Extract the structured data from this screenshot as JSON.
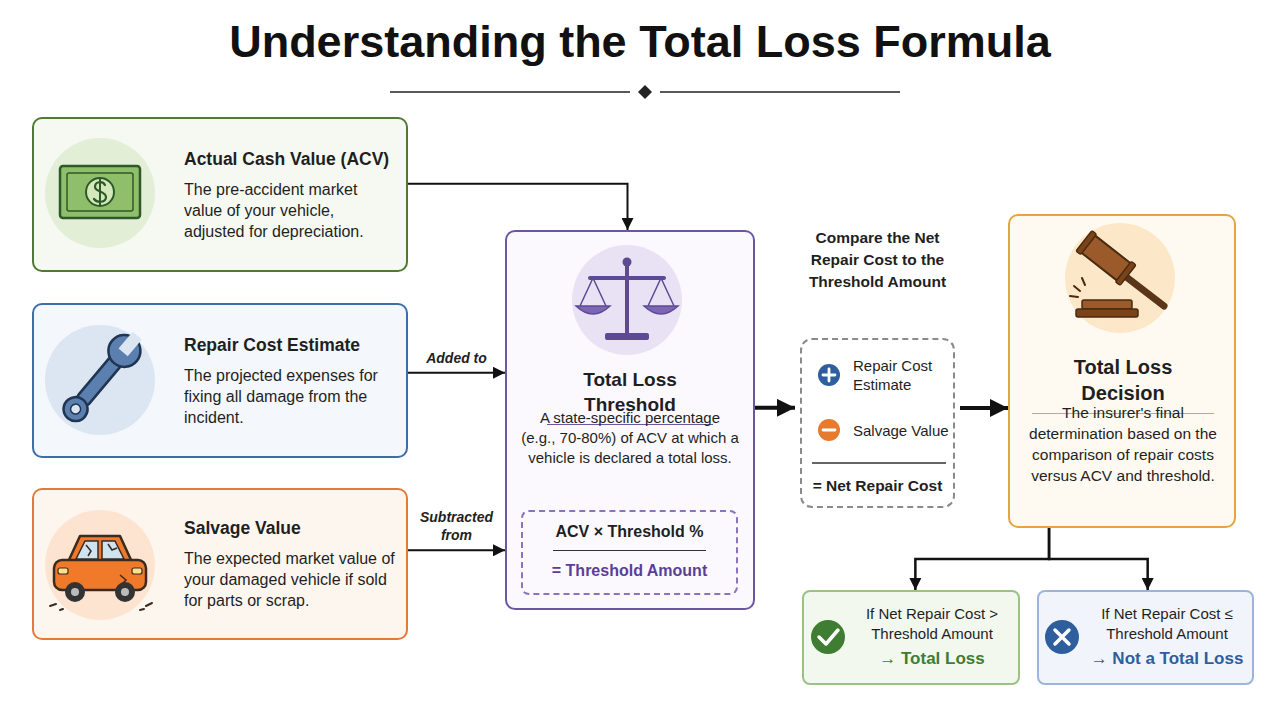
{
  "diagram": {
    "title": "Understanding the Total Loss Formula",
    "nodes": [
      {
        "text": [
          "Actual Cash Value (ACV)",
          "The pre-accident market value of your vehicle, adjusted for depreciation."
        ]
      },
      {
        "text": [
          "Repair Cost Estimate",
          "The projected expenses for fixing all damage from the incident."
        ]
      },
      {
        "text": [
          "Salvage Value",
          "The expected market value of your damaged vehicle if sold for parts or scrap."
        ]
      },
      {
        "text": [
          "Total Loss Threshold",
          "A state-specific percentage (e.g., 70-80%) of ACV at which a vehicle is declared a total loss."
        ]
      },
      {
        "text": [
          "ACV × Threshold %",
          "= Threshold Amount"
        ],
        "in": 3
      },
      {
        "text": [
          "Compare the Net Repair Cost to the Threshold Amount",
          "Repair Cost Estimate",
          "Salvage Value",
          "= Net Repair Cost"
        ]
      },
      {
        "text": [
          "Total Loss Decision",
          "The insurer's final determination based on the comparison of repair costs versus ACV and threshold."
        ]
      },
      {
        "text": [
          "If Net Repair Cost > Threshold Amount",
          "→ Total Loss"
        ]
      },
      {
        "text": [
          "If Net Repair Cost ≤ Threshold Amount",
          "→ Not a Total Loss"
        ]
      }
    ],
    "edges": [
      {
        "from": 0,
        "to": 3,
        "arrow": "to"
      },
      {
        "from": 1,
        "to": 3,
        "label": "Added to",
        "arrow": "to"
      },
      {
        "from": 2,
        "to": 3,
        "label": "Subtracted from",
        "arrow": "to"
      },
      {
        "from": 3,
        "to": 5,
        "arrow": "to"
      },
      {
        "from": 5,
        "to": 6,
        "arrow": "to"
      },
      {
        "from": 6,
        "to": 7,
        "arrow": "to"
      },
      {
        "from": 6,
        "to": 8,
        "arrow": "to"
      }
    ]
  }
}
